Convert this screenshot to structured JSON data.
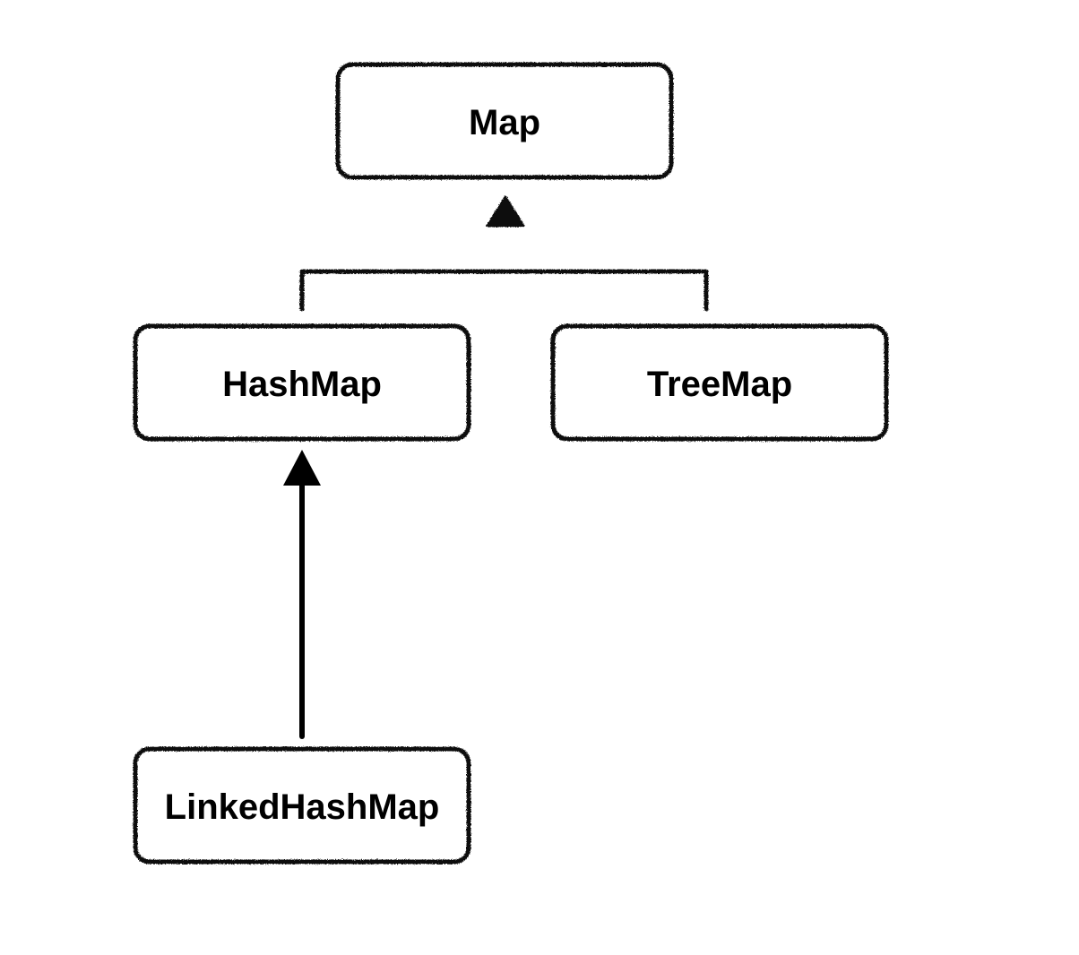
{
  "nodes": {
    "map": "Map",
    "hashmap": "HashMap",
    "treemap": "TreeMap",
    "linkedhashmap": "LinkedHashMap"
  },
  "edges": [
    {
      "from": "HashMap",
      "to": "Map",
      "style": "sketchy"
    },
    {
      "from": "TreeMap",
      "to": "Map",
      "style": "sketchy"
    },
    {
      "from": "LinkedHashMap",
      "to": "HashMap",
      "style": "solid"
    }
  ],
  "colors": {
    "stroke": "#111111",
    "text": "#000000",
    "background": "#ffffff"
  }
}
